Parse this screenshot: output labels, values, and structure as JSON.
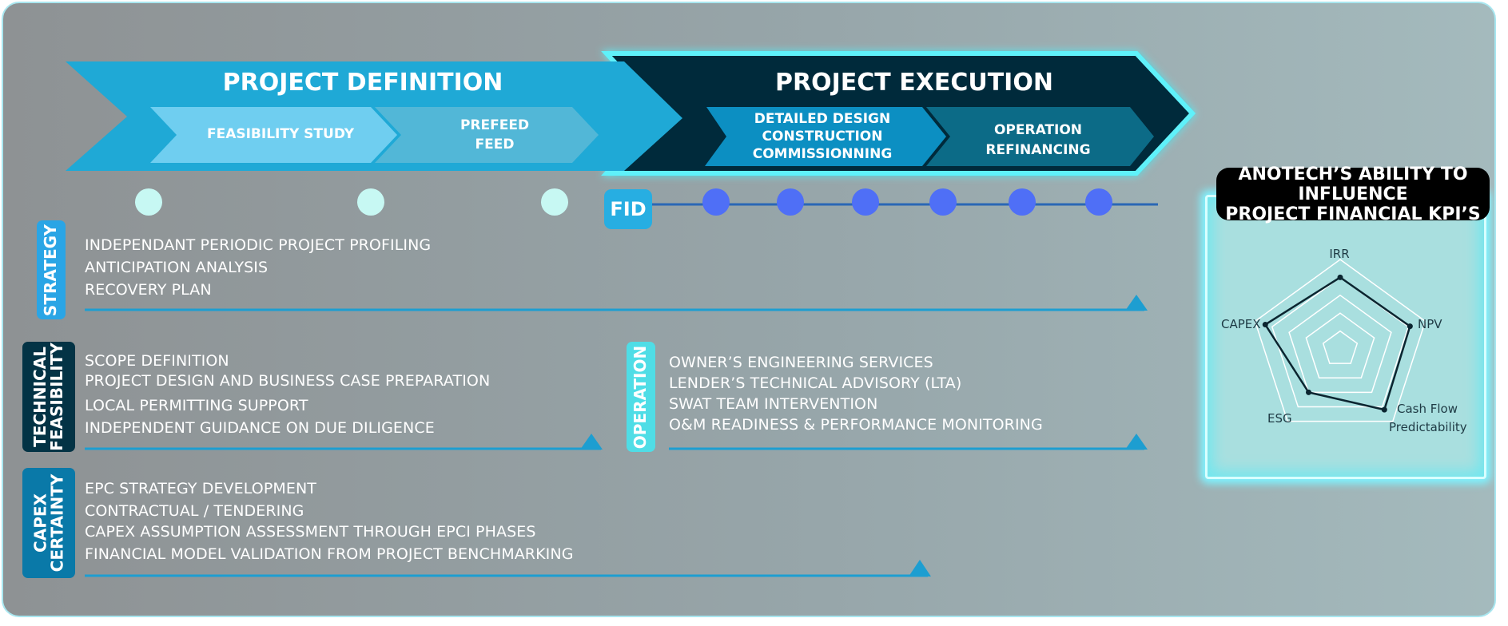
{
  "phases": {
    "definition": {
      "title": "PROJECT DEFINITION",
      "sub1": "FEASIBILITY STUDY",
      "sub2_line1": "PREFEED",
      "sub2_line2": "FEED"
    },
    "execution": {
      "title": "PROJECT EXECUTION",
      "sub1_line1": "DETAILED DESIGN",
      "sub1_line2": "CONSTRUCTION",
      "sub1_line3": "COMMISSIONNING",
      "sub2_line1": "OPERATION",
      "sub2_line2": "REFINANCING"
    }
  },
  "milestone": "FID",
  "sections": {
    "strategy": {
      "label": "STRATEGY",
      "items": [
        "INDEPENDANT PERIODIC PROJECT PROFILING",
        "ANTICIPATION ANALYSIS",
        "RECOVERY PLAN"
      ]
    },
    "technical": {
      "label_line1": "TECHNICAL",
      "label_line2": "FEASIBILITY",
      "items": [
        "SCOPE DEFINITION",
        "PROJECT DESIGN AND BUSINESS CASE PREPARATION",
        "LOCAL PERMITTING SUPPORT",
        "INDEPENDENT GUIDANCE ON DUE DILIGENCE"
      ]
    },
    "operation": {
      "label": "OPERATION",
      "items": [
        "OWNER’S ENGINEERING SERVICES",
        "LENDER’S TECHNICAL ADVISORY (LTA)",
        "SWAT TEAM INTERVENTION",
        "O&M READINESS & PERFORMANCE MONITORING"
      ]
    },
    "capex": {
      "label_line1": "CAPEX",
      "label_line2": "CERTAINTY",
      "items": [
        "EPC STRATEGY DEVELOPMENT",
        "CONTRACTUAL / TENDERING",
        "CAPEX ASSUMPTION ASSESSMENT THROUGH EPCI PHASES",
        "FINANCIAL MODEL VALIDATION FROM PROJECT BENCHMARKING"
      ]
    }
  },
  "kpi": {
    "title_line1": "ANOTECH’S ABILITY TO INFLUENCE",
    "title_line2": "PROJECT FINANCIAL KPI’S",
    "axes": [
      "IRR",
      "NPV",
      "Cash Flow",
      "Predictability",
      "ESG",
      "CAPEX"
    ],
    "influence": [
      0.8,
      0.82,
      0.84,
      0.6,
      0.88
    ]
  },
  "colors": {
    "light_blue": "#1fa9d6",
    "dark_navy": "#042b3c",
    "cyan_glow": "#5ff1fa",
    "dot_light": "#c7f8f3",
    "dot_blue": "#4f6ff6",
    "line_blue": "#1d9ed1"
  }
}
